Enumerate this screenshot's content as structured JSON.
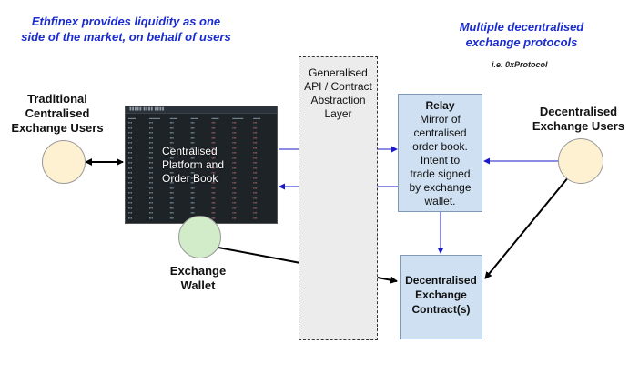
{
  "headers": {
    "left_line1": "Ethfinex provides liquidity as one",
    "left_line2": "side of the market, on behalf of users",
    "right_line1": "Multiple decentralised",
    "right_line2": "exchange protocols",
    "right_note": "i.e. 0xProtocol"
  },
  "traditional_users": {
    "line1": "Traditional",
    "line2": "Centralised",
    "line3": "Exchange Users"
  },
  "decentralised_users": {
    "line1": "Decentralised",
    "line2": "Exchange Users"
  },
  "orderbook": {
    "line1": "Centralised",
    "line2": "Platform and",
    "line3": "Order Book"
  },
  "api_layer": {
    "line1": "Generalised",
    "line2": "API / Contract",
    "line3": "Abstraction",
    "line4": "Layer"
  },
  "relay": {
    "title": "Relay",
    "line1": "Mirror of",
    "line2": "centralised",
    "line3": "order book.",
    "line4": "Intent to",
    "line5": "trade signed",
    "line6": "by exchange",
    "line7": "wallet."
  },
  "exchange_wallet": {
    "line1": "Exchange",
    "line2": "Wallet"
  },
  "contract": {
    "line1": "Decentralised",
    "line2": "Exchange",
    "line3": "Contract(s)"
  },
  "colors": {
    "header_blue": "#1a2bd0",
    "box_fill": "#cfe0f2",
    "user_circle": "#fdf1d2",
    "wallet_circle": "#d2ebc9",
    "arrow_blue": "#1a1ac8"
  }
}
